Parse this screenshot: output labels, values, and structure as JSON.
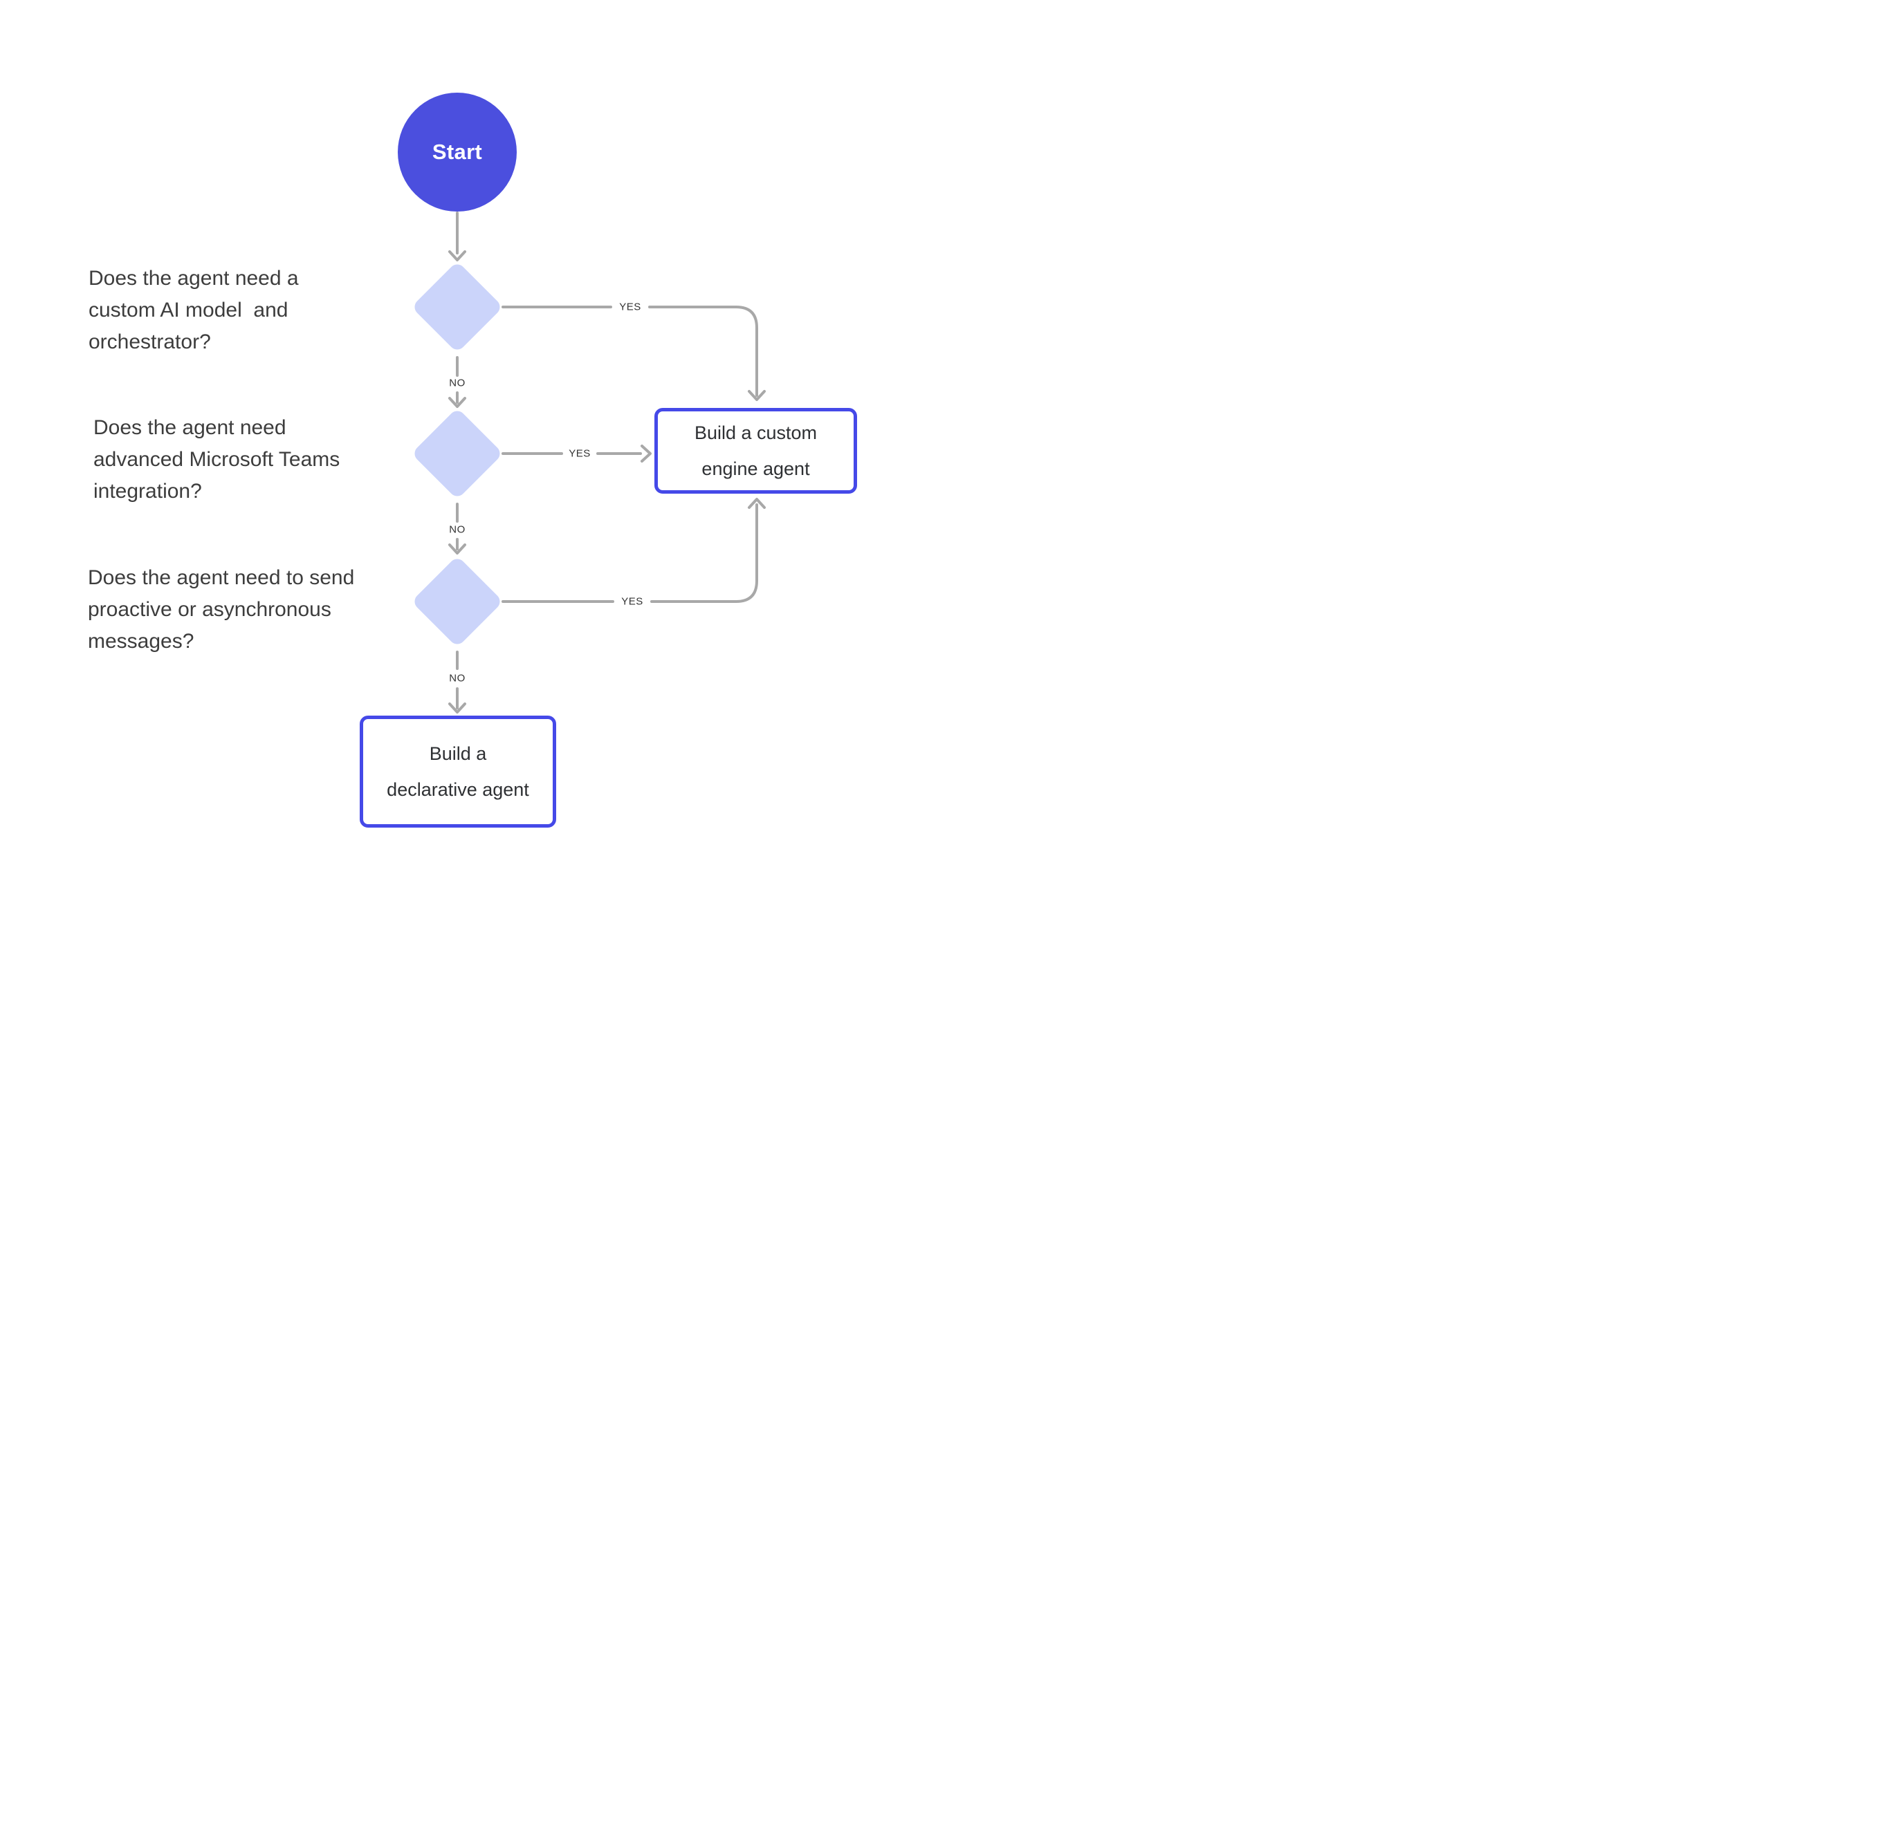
{
  "start": {
    "label": "Start"
  },
  "edge_labels": {
    "yes": "YES",
    "no": "NO"
  },
  "questions": [
    {
      "text": "Does the agent need a\ncustom AI model  and\norchestrator?"
    },
    {
      "text": "Does the agent need\nadvanced Microsoft Teams\nintegration?"
    },
    {
      "text": "Does the agent need to send\nproactive or asynchronous\nmessages?"
    }
  ],
  "outcomes": [
    {
      "text": "Build a custom\nengine agent"
    },
    {
      "text": "Build a\ndeclarative agent"
    }
  ],
  "colors": {
    "start_fill": "#4B4FDE",
    "start_text": "#FFFFFF",
    "diamond_fill": "#CBD4FA",
    "outcome_border": "#4549E8",
    "outcome_background": "#FFFFFF",
    "connector": "#A8A8A8",
    "question_text": "#3D3D3D",
    "edge_label_text": "#333333",
    "outcome_text": "#2E3033"
  }
}
